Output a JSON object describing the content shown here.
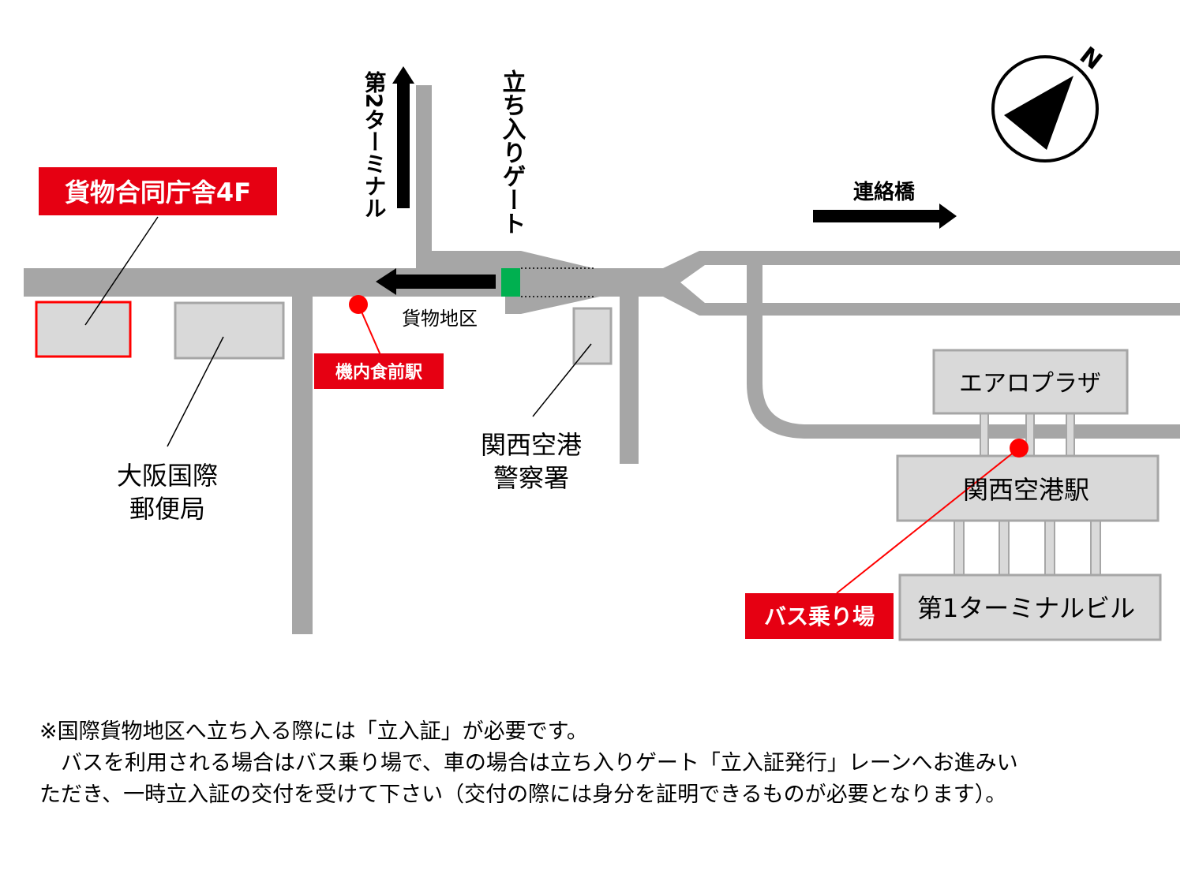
{
  "labels": {
    "cargo_building": "貨物合同庁舎4F",
    "terminal2": "第2ターミナル",
    "gate": "立ち入りゲート",
    "bridge": "連絡橋",
    "cargo_area": "貨物地区",
    "kinaishoku_station": "機内食前駅",
    "post_office_line1": "大阪国際",
    "post_office_line2": "郵便局",
    "police_line1": "関西空港",
    "police_line2": "警察署",
    "aeroplaza": "エアロプラザ",
    "kix_station": "関西空港駅",
    "terminal1": "第1ターミナルビル",
    "bus_stop": "バス乗り場",
    "north": "N"
  },
  "notes": {
    "line1": "※国際貨物地区へ立ち入る際には「立入証」が必要です。",
    "line2": "　バスを利用される場合はバス乗り場で、車の場合は立ち入りゲート「立入証発行」レーンへお進みい",
    "line3": "ただき、一時立入証の交付を受けて下さい（交付の際には身分を証明できるものが必要となります）。"
  },
  "colors": {
    "road": "#a6a6a6",
    "building_fill": "#d9d9d9",
    "building_stroke": "#a6a6a6",
    "accent_red": "#ff0000",
    "label_red": "#e60012",
    "gate_green": "#00b050"
  }
}
